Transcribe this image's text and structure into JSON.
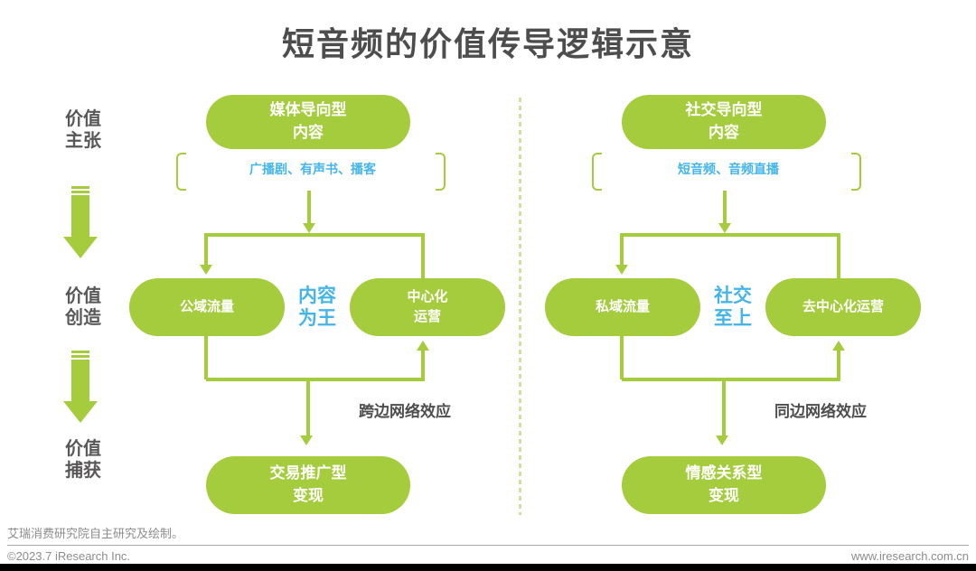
{
  "title": "短音频的价值传导逻辑示意",
  "stages": [
    {
      "label": "价值\n主张"
    },
    {
      "label": "价值\n创造"
    },
    {
      "label": "价值\n捕获"
    }
  ],
  "columns": {
    "left": {
      "top_pill": "媒体导向型\n内容",
      "bracket_text": "广播剧、有声书、播客",
      "flow_pill": "公域流量",
      "principle": "内容\n为王",
      "ops_pill": "中心化\n运营",
      "network_effect": "跨边网络效应",
      "bottom_pill": "交易推广型\n变现"
    },
    "right": {
      "top_pill": "社交导向型\n内容",
      "bracket_text": "短音频、音频直播",
      "flow_pill": "私域流量",
      "principle": "社交\n至上",
      "ops_pill": "去中心化运营",
      "network_effect": "同边网络效应",
      "bottom_pill": "情感关系型\n变现"
    }
  },
  "footer": {
    "source_note": "艾瑞消费研究院自主研究及绘制。",
    "copyright": "©2023.7 iResearch Inc.",
    "website": "www.iresearch.com.cn"
  },
  "colors": {
    "green": "#a4cc3c",
    "divider_green": "#cde29c",
    "blue": "#44b5e9",
    "title_dark": "#4d4d4d",
    "label_gray": "#595757",
    "footer_gray": "#8c8c8c"
  }
}
